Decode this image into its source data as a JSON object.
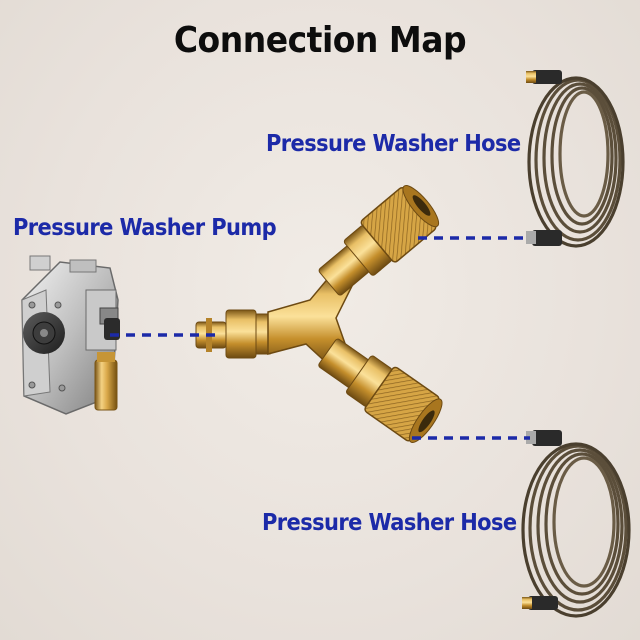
{
  "title": "Connection Map",
  "labels": {
    "pump": "Pressure Washer Pump",
    "hose_top": "Pressure Washer Hose",
    "hose_bottom": "Pressure Washer Hose"
  },
  "colors": {
    "background": "#ebe5df",
    "title": "#0d0d0d",
    "label": "#1c2aa8",
    "leader_line": "#1c2aa8",
    "brass": "#c9952f",
    "hose": "#5b4e3a"
  },
  "icons": {
    "pump": "pressure-washer-pump-icon",
    "fitting": "brass-y-splitter-icon",
    "hose": "coiled-hose-icon"
  }
}
